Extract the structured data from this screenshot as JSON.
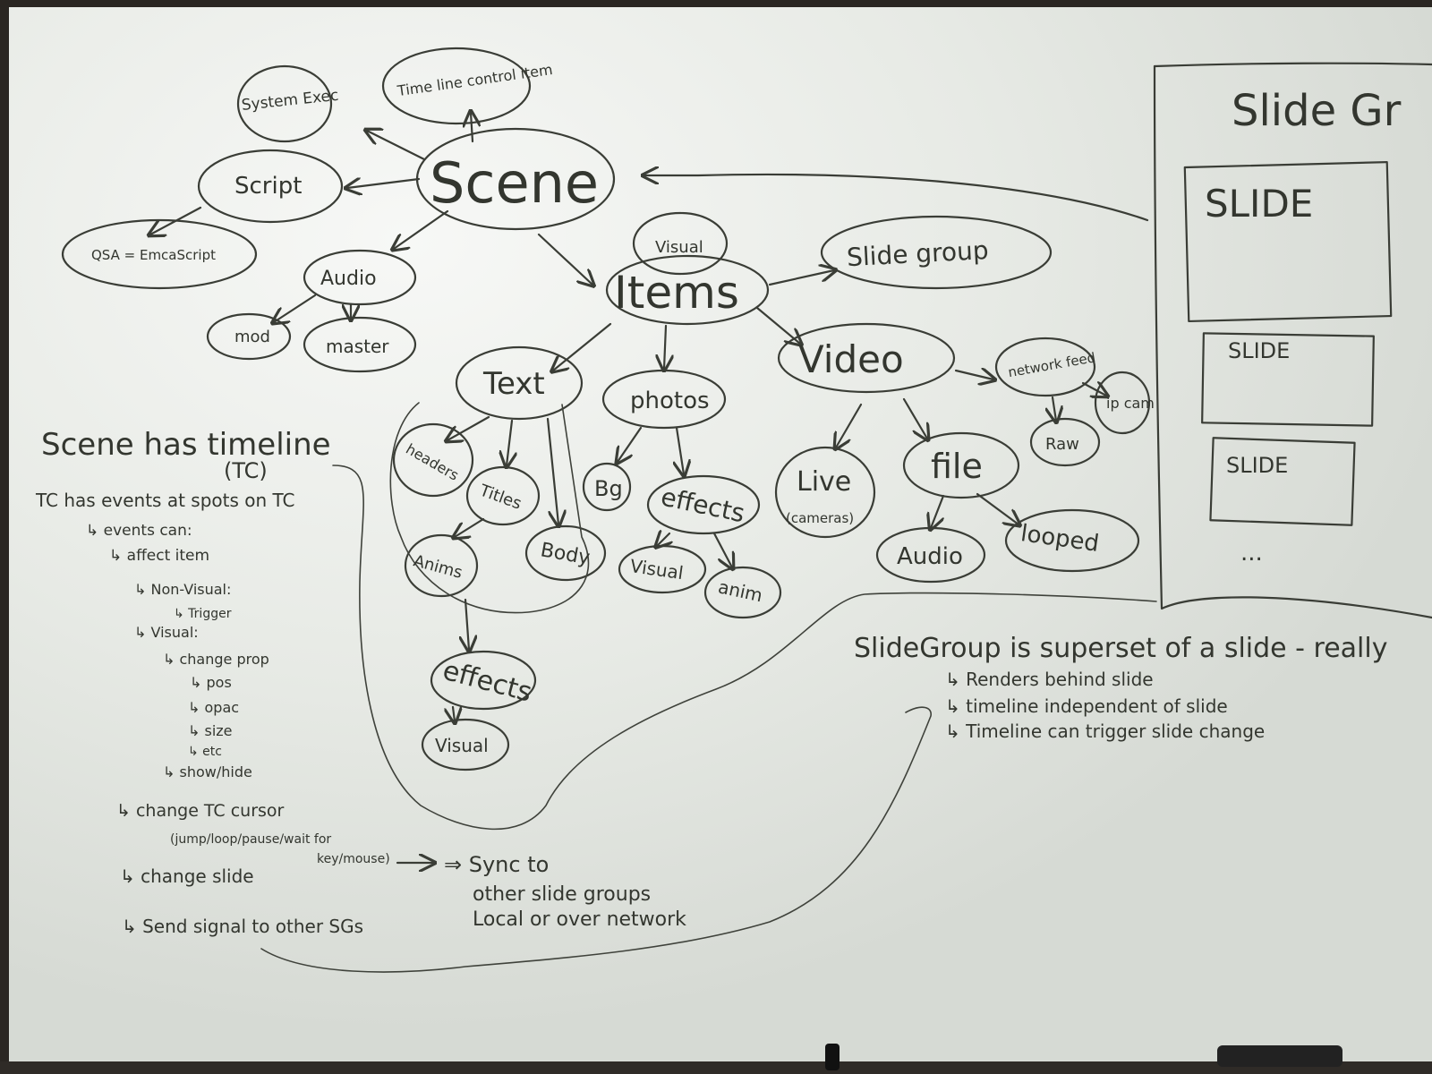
{
  "nodes": {
    "scene": "Scene",
    "system_exec": "System Exec",
    "timeline_control_item": "Time line control item",
    "script": "Script",
    "qsa": "QSA = EmcaScript",
    "audio": "Audio",
    "mod": "mod",
    "master": "master",
    "visual_top": "Visual",
    "items": "Items",
    "slide_group": "Slide group",
    "video": "Video",
    "network_feed": "network feed",
    "ip_cam": "ip cam",
    "raw": "Raw",
    "text": "Text",
    "photos": "photos",
    "live": "Live",
    "live_cameras": "(cameras)",
    "file": "file",
    "headers": "headers",
    "titles": "Titles",
    "body": "Body",
    "anims": "Anims",
    "effects_text": "effects",
    "visual_text": "Visual",
    "bg": "Bg",
    "effects_photo": "effects",
    "visual_photo": "Visual",
    "anim": "anim",
    "audio_file": "Audio",
    "looped": "looped"
  },
  "slide_panel": {
    "title": "Slide Gr",
    "slide_large": "SLIDE",
    "slide_small_1": "SLIDE",
    "slide_small_2": "SLIDE",
    "ellipsis": "..."
  },
  "notes_left": {
    "line1": "Scene has timeline",
    "line1b": "(TC)",
    "line2": "TC has events at spots on TC",
    "line3": "↳ events can:",
    "line4": "↳ affect item",
    "line5": "↳ Non-Visual:",
    "line6": "↳ Trigger",
    "line7": "↳ Visual:",
    "line8": "↳ change prop",
    "line9": "↳ pos",
    "line10": "↳ opac",
    "line11": "↳ size",
    "line12": "↳ etc",
    "line13": "↳ show/hide",
    "line14": "↳ change TC cursor",
    "line15": "(jump/loop/pause/wait for",
    "line16": "key/mouse)",
    "line17": "↳ change slide",
    "line18": "↳ Send signal to other SGs",
    "sync1": "⇒ Sync to",
    "sync2": "other slide groups",
    "sync3": "Local or over network"
  },
  "notes_right": {
    "line1": "SlideGroup is superset of a slide - really",
    "line2": "↳ Renders behind slide",
    "line3": "↳ timeline independent of slide",
    "line4": "↳ Timeline can trigger slide change"
  },
  "colors": {
    "board": "#e8ebe6",
    "ink": "#3a3d36",
    "frame": "#2a2622"
  }
}
